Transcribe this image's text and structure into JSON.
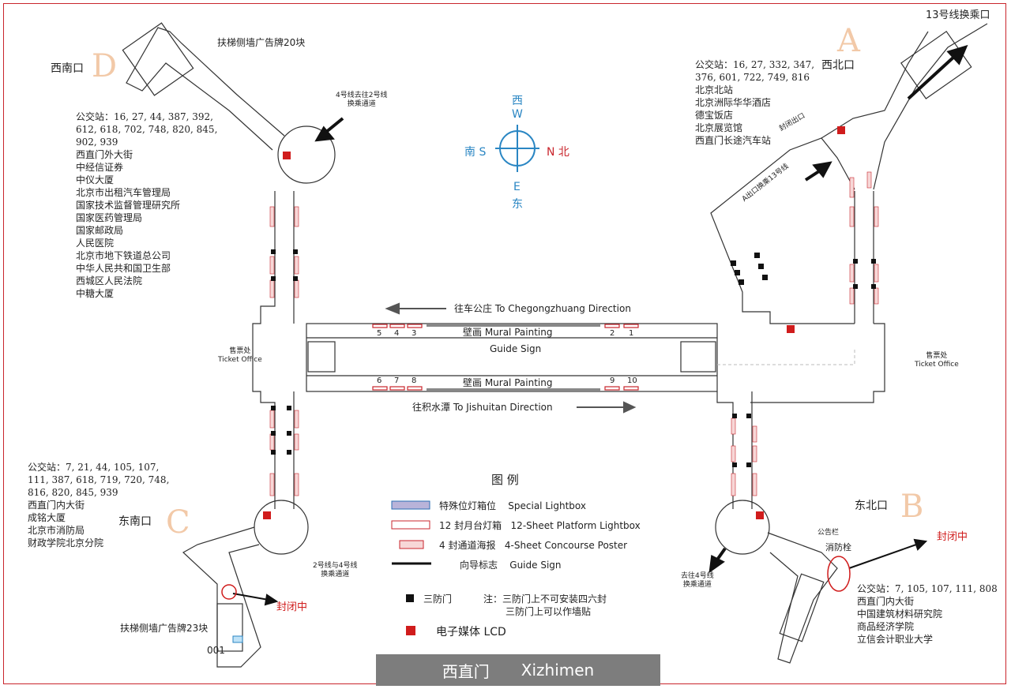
{
  "corner_label": "13号线换乘口",
  "title": {
    "cn": "西直门",
    "en": "Xizhimen"
  },
  "exits": {
    "A": {
      "letter": "A",
      "name": "西北口"
    },
    "B": {
      "letter": "B",
      "name": "东北口"
    },
    "C": {
      "letter": "C",
      "name": "东南口"
    },
    "D": {
      "letter": "D",
      "name": "西南口"
    }
  },
  "bus_info": {
    "A": [
      "公交站：16, 27, 332, 347,",
      "376, 601, 722, 749, 816",
      "北京北站",
      "北京洲际华华酒店",
      "德宝饭店",
      "北京展览馆",
      "西直门长途汽车站"
    ],
    "B": [
      "公交站：7, 105, 107, 111, 808",
      "西直门内大街",
      "中国建筑材料研究院",
      "商品经济学院",
      "立信会计职业大学"
    ],
    "C": [
      "公交站：7, 21, 44, 105, 107,",
      "111, 387, 618, 719, 720, 748,",
      "816, 820, 845, 939",
      "西直门内大街",
      "成铭大厦",
      "北京市消防局",
      "财政学院北京分院"
    ],
    "D": [
      "公交站：16, 27, 44, 387, 392,",
      "612, 618, 702, 748, 820, 845,",
      "902, 939",
      "西直门外大街",
      "中经信证券",
      "中仪大厦",
      "北京市出租汽车管理局",
      "国家技术监督管理研究所",
      "国家医药管理局",
      "国家邮政局",
      "人民医院",
      "北京市地下铁道总公司",
      "中华人民共和国卫生部",
      "西城区人民法院",
      "中糖大厦"
    ]
  },
  "compass": {
    "west": "西",
    "west_en": "W",
    "south": "南 S",
    "north": "N 北",
    "east_en": "E",
    "east": "东"
  },
  "annotations": {
    "escalator_d": "扶梯侧墙广告牌20块",
    "escalator_c": "扶梯侧墙广告牌23块",
    "transfer_line4_to_2": "4号线去往2号线\n换乘通道",
    "transfer_a_13": "A出口换乘13号线",
    "closed_exit": "封闭出口",
    "transfer_c": "2号线与4号线\n换乘通道",
    "transfer_b": "去往4号线\n换乘通道",
    "notice_board": "公告栏",
    "hydrant": "消防栓",
    "closed": "封闭中",
    "code_001": "001"
  },
  "platform": {
    "dir_north": "往车公庄  To Chegongzhuang  Direction",
    "dir_south": "往积水潭  To Jishuitan  Direction",
    "mural": "壁画   Mural Painting",
    "guide": "Guide Sign",
    "ticket_cn": "售票处",
    "ticket_en": "Ticket Office",
    "lightbox_top": [
      "5",
      "4",
      "3",
      "2",
      "1"
    ],
    "lightbox_bottom": [
      "6",
      "7",
      "8",
      "9",
      "10"
    ]
  },
  "legend": {
    "title": "图   例",
    "items": [
      {
        "cn": "特殊位灯箱位",
        "en": "Special  Lightbox"
      },
      {
        "cn": "12 封月台灯箱",
        "en": "12-Sheet  Platform Lightbox"
      },
      {
        "cn": "4 封通道海报",
        "en": "4-Sheet   Concourse  Poster"
      },
      {
        "cn": "向导标志",
        "en": "Guide Sign"
      }
    ],
    "door": "三防门",
    "note1": "注：三防门上不可安装四六封",
    "note2": "三防门上可以作墙贴",
    "lcd": "电子媒体 LCD"
  },
  "colors": {
    "frame": "#c9252c",
    "compass": "#2a86c3",
    "red": "#d01c1c",
    "closed": "#d01c1c",
    "exit_letter": "#f2c9a8"
  }
}
